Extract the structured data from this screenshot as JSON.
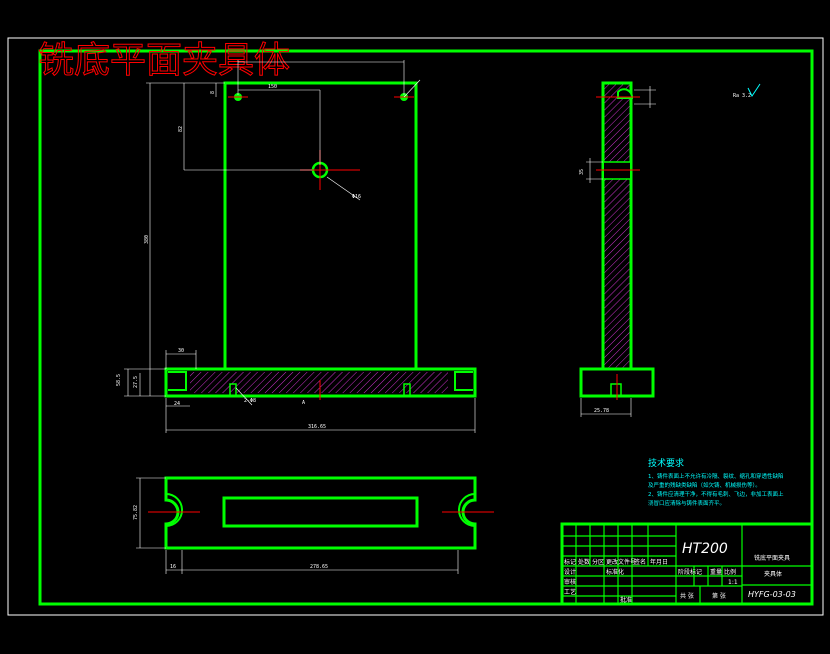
{
  "title": "铣底平面夹具体",
  "colors": {
    "background": "#000000",
    "outline": "#00ff00",
    "dimension": "#ffffff",
    "title": "#ff0000",
    "center_line": "#ff0000",
    "hatch": "#cc33cc",
    "note": "#00ffff"
  },
  "dimensions": {
    "front_width": "316.65",
    "front_left_offset": "24",
    "front_slot_width": "30",
    "front_base_height_outer": "58.5",
    "front_base_height_inner": "27.5",
    "front_holes": "2-Φ8",
    "front_center_hole": "Φ16",
    "front_total_height": "380",
    "front_hole_dist_v": "82",
    "front_top_offset": "8",
    "front_hole_dist_h": "150",
    "front_section_mark": "A",
    "side_width": "25.78",
    "side_hole_dist": "35",
    "top_slot_offset": "16",
    "top_slot_length": "278.65",
    "top_height": "75.82",
    "roughness": "Ra 3.2"
  },
  "notes": {
    "heading": "技术要求",
    "line1": "1、铸件表面上不允许有冷隔、裂纹、缩孔和穿透性缺陷",
    "line2": "及严重的残缺类缺陷（如欠铸、机械损伤等）。",
    "line3": "2、铸件应清理干净，不得有毛刺、飞边，非加工表面上",
    "line4": "浇冒口应清除与铸件表面齐平。"
  },
  "title_block": {
    "material": "HT200",
    "part_name_line1": "铣底平面夹具",
    "part_name_line2": "夹具体",
    "drawing_no": "HYFG-03-03",
    "scale": "1:1",
    "row_labels": [
      "标记",
      "处数",
      "分区",
      "更改文件号",
      "签名",
      "年月日"
    ],
    "labels": {
      "design": "设计",
      "standard": "标准化",
      "stage_mark": "阶段标记",
      "weight": "重量",
      "scale": "比例",
      "review": "审核",
      "process": "工艺",
      "approve": "批准",
      "sheet_total": "共 张",
      "sheet_no": "第 张"
    }
  }
}
